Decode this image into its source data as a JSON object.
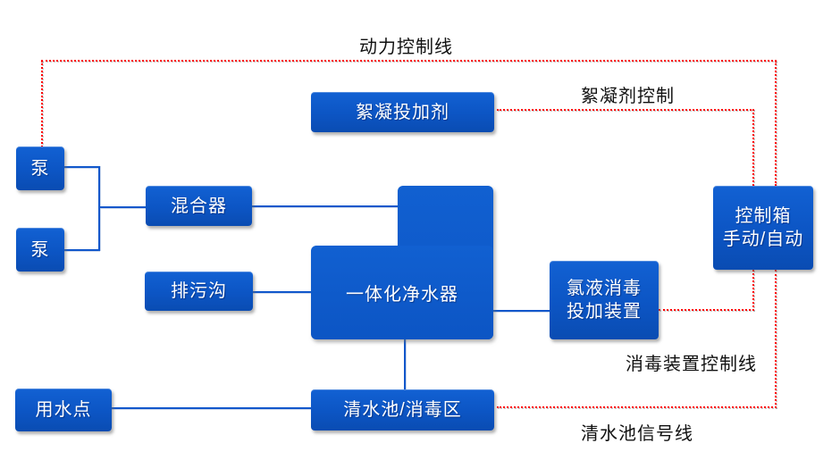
{
  "diagram": {
    "kind": "water-treatment-control-block-diagram"
  },
  "boxes": {
    "pump_top": {
      "label": "泵"
    },
    "pump_bottom": {
      "label": "泵"
    },
    "mixer": {
      "label": "混合器"
    },
    "sewage_ditch": {
      "label": "排污沟"
    },
    "flocculant_doser": {
      "label": "絮凝投加剂"
    },
    "integrated_purifier": {
      "label": "一体化净水器"
    },
    "chlorine_doser": {
      "line1": "氯液消毒",
      "line2": "投加装置"
    },
    "control_box": {
      "line1": "控制箱",
      "line2": "手动/自动"
    },
    "water_use_point": {
      "label": "用水点"
    },
    "clear_water_tank": {
      "label": "清水池/消毒区"
    }
  },
  "line_labels": {
    "power_control": "动力控制线",
    "flocculant_control": "絮凝剂控制",
    "disinfection_control": "消毒装置控制线",
    "clear_tank_signal": "清水池信号线"
  },
  "colors": {
    "box_fill": "#0c55c4",
    "box_fill_light": "#1261d3",
    "box_text": "#ffffff",
    "connector_blue": "#1057cb",
    "control_line_red": "#fe0000",
    "label_text": "#111111",
    "background": "#ffffff"
  }
}
